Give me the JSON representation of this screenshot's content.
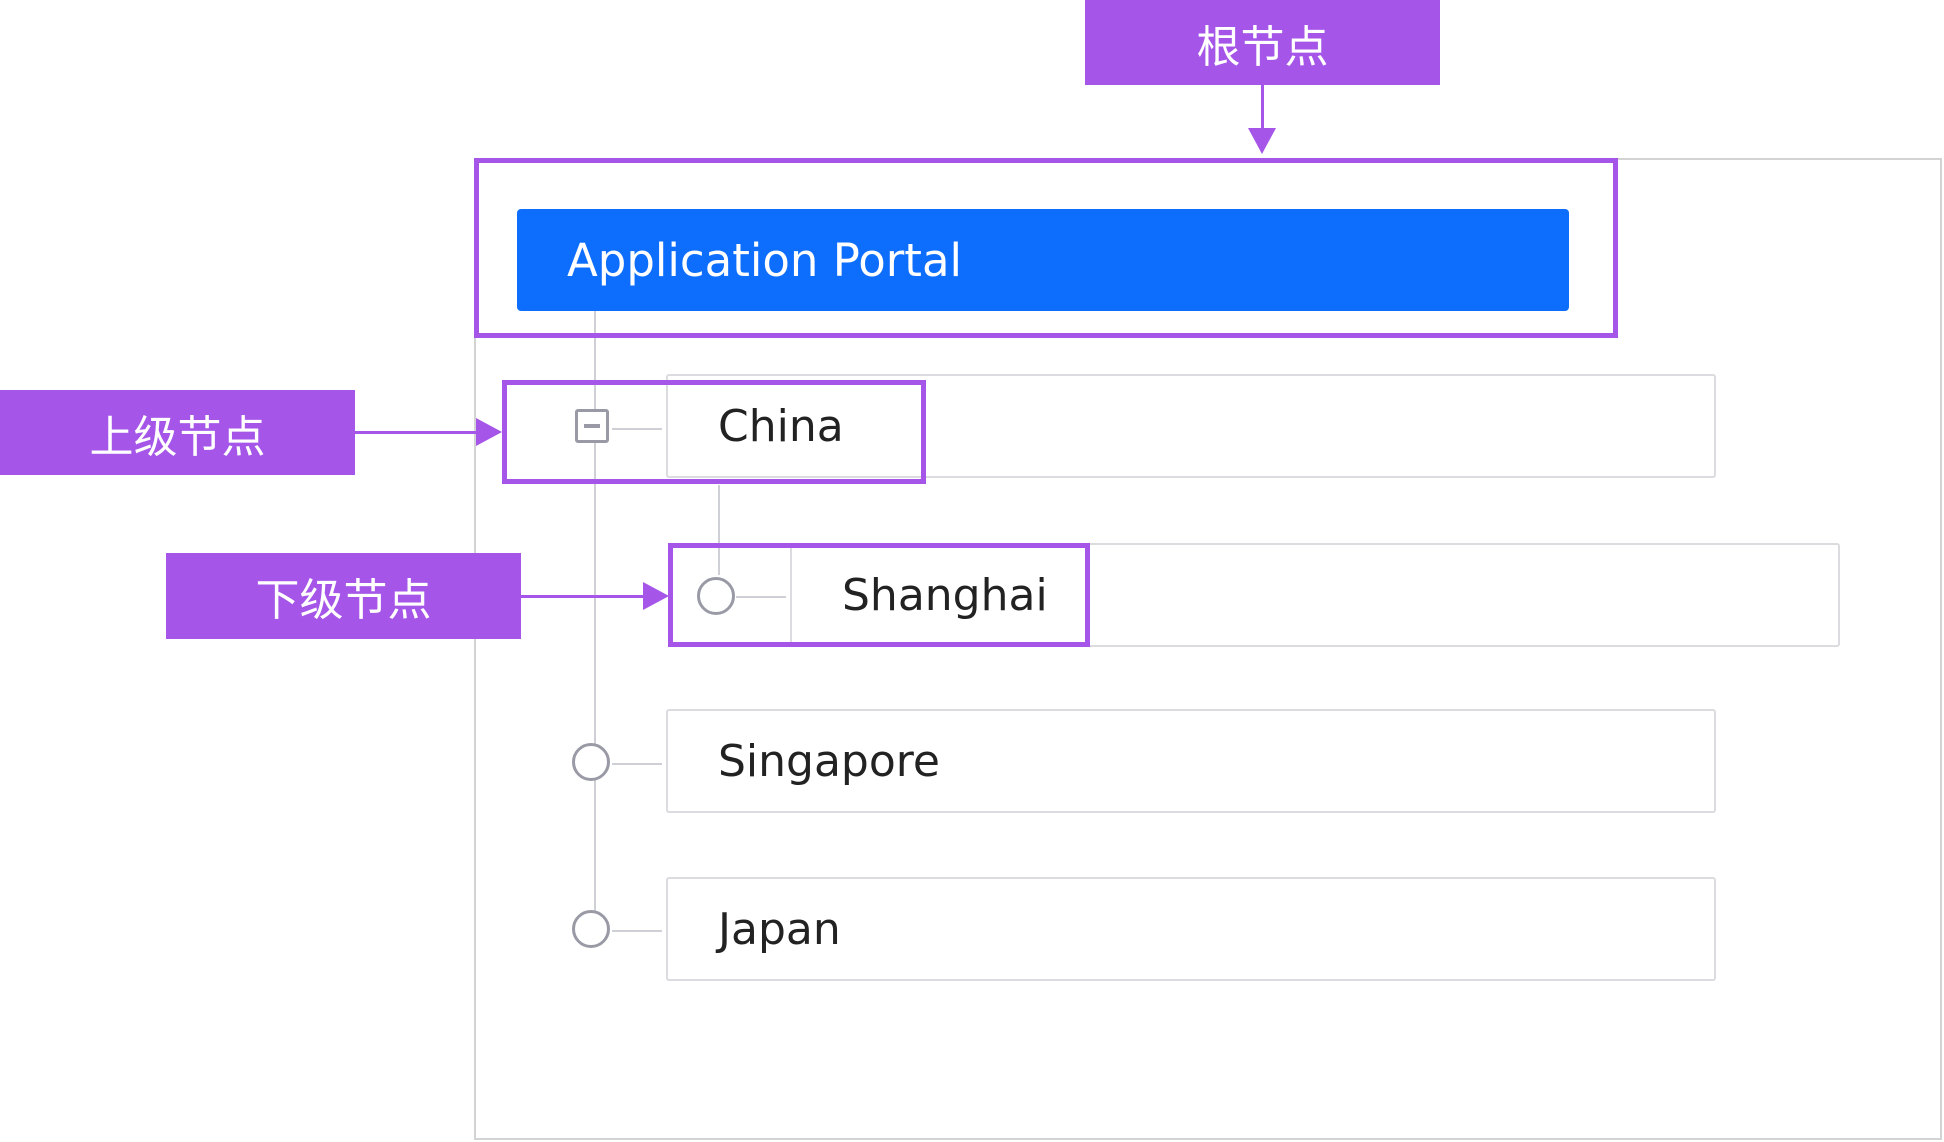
{
  "tree": {
    "root": {
      "label": "Application Portal"
    },
    "nodes": [
      {
        "label": "China",
        "toggle": "collapse-icon",
        "children": [
          {
            "label": "Shanghai"
          }
        ]
      },
      {
        "label": "Singapore"
      },
      {
        "label": "Japan"
      }
    ]
  },
  "annotations": {
    "root_label": "根节点",
    "parent_label": "上级节点",
    "child_label": "下级节点"
  },
  "colors": {
    "accent": "#a555e8",
    "root_bg": "#0d6efd",
    "line": "#cfcfd6"
  }
}
